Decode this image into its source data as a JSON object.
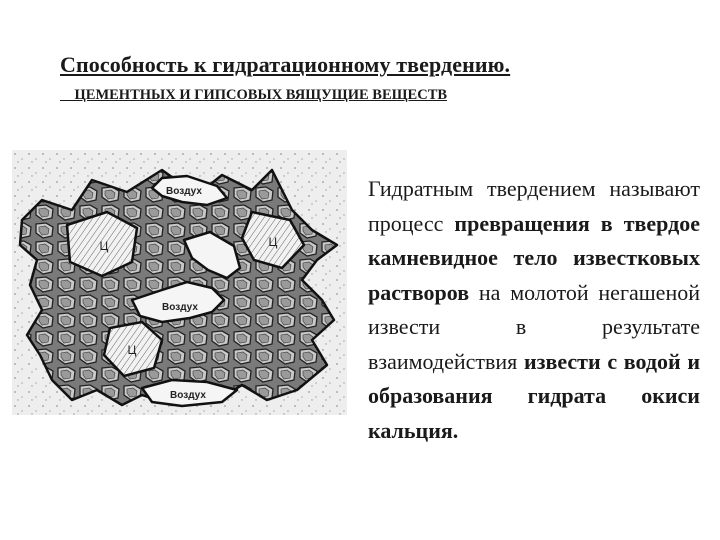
{
  "slide": {
    "title": "Способность к гидратационному твердению.",
    "subtitle": "    ЦЕМЕНТНЫХ И ГИПСОВЫХ ВЯЩУЩИЕ ВЕЩЕСТВ"
  },
  "figure": {
    "labels": {
      "air_top": "Воздух",
      "air_middle": "Воздух",
      "air_bottom": "Воздух",
      "cement_1": "Ц",
      "cement_2": "Ц",
      "cement_3": "Ц"
    }
  },
  "body": {
    "segments": [
      "Гидратным твердением называют процесс ",
      "превращения в твердое камневидное тело известковых растворов",
      " на молотой негашеной извести в результате взаимодействия ",
      "извести с водой и образования гидрата окиси кальция."
    ]
  }
}
